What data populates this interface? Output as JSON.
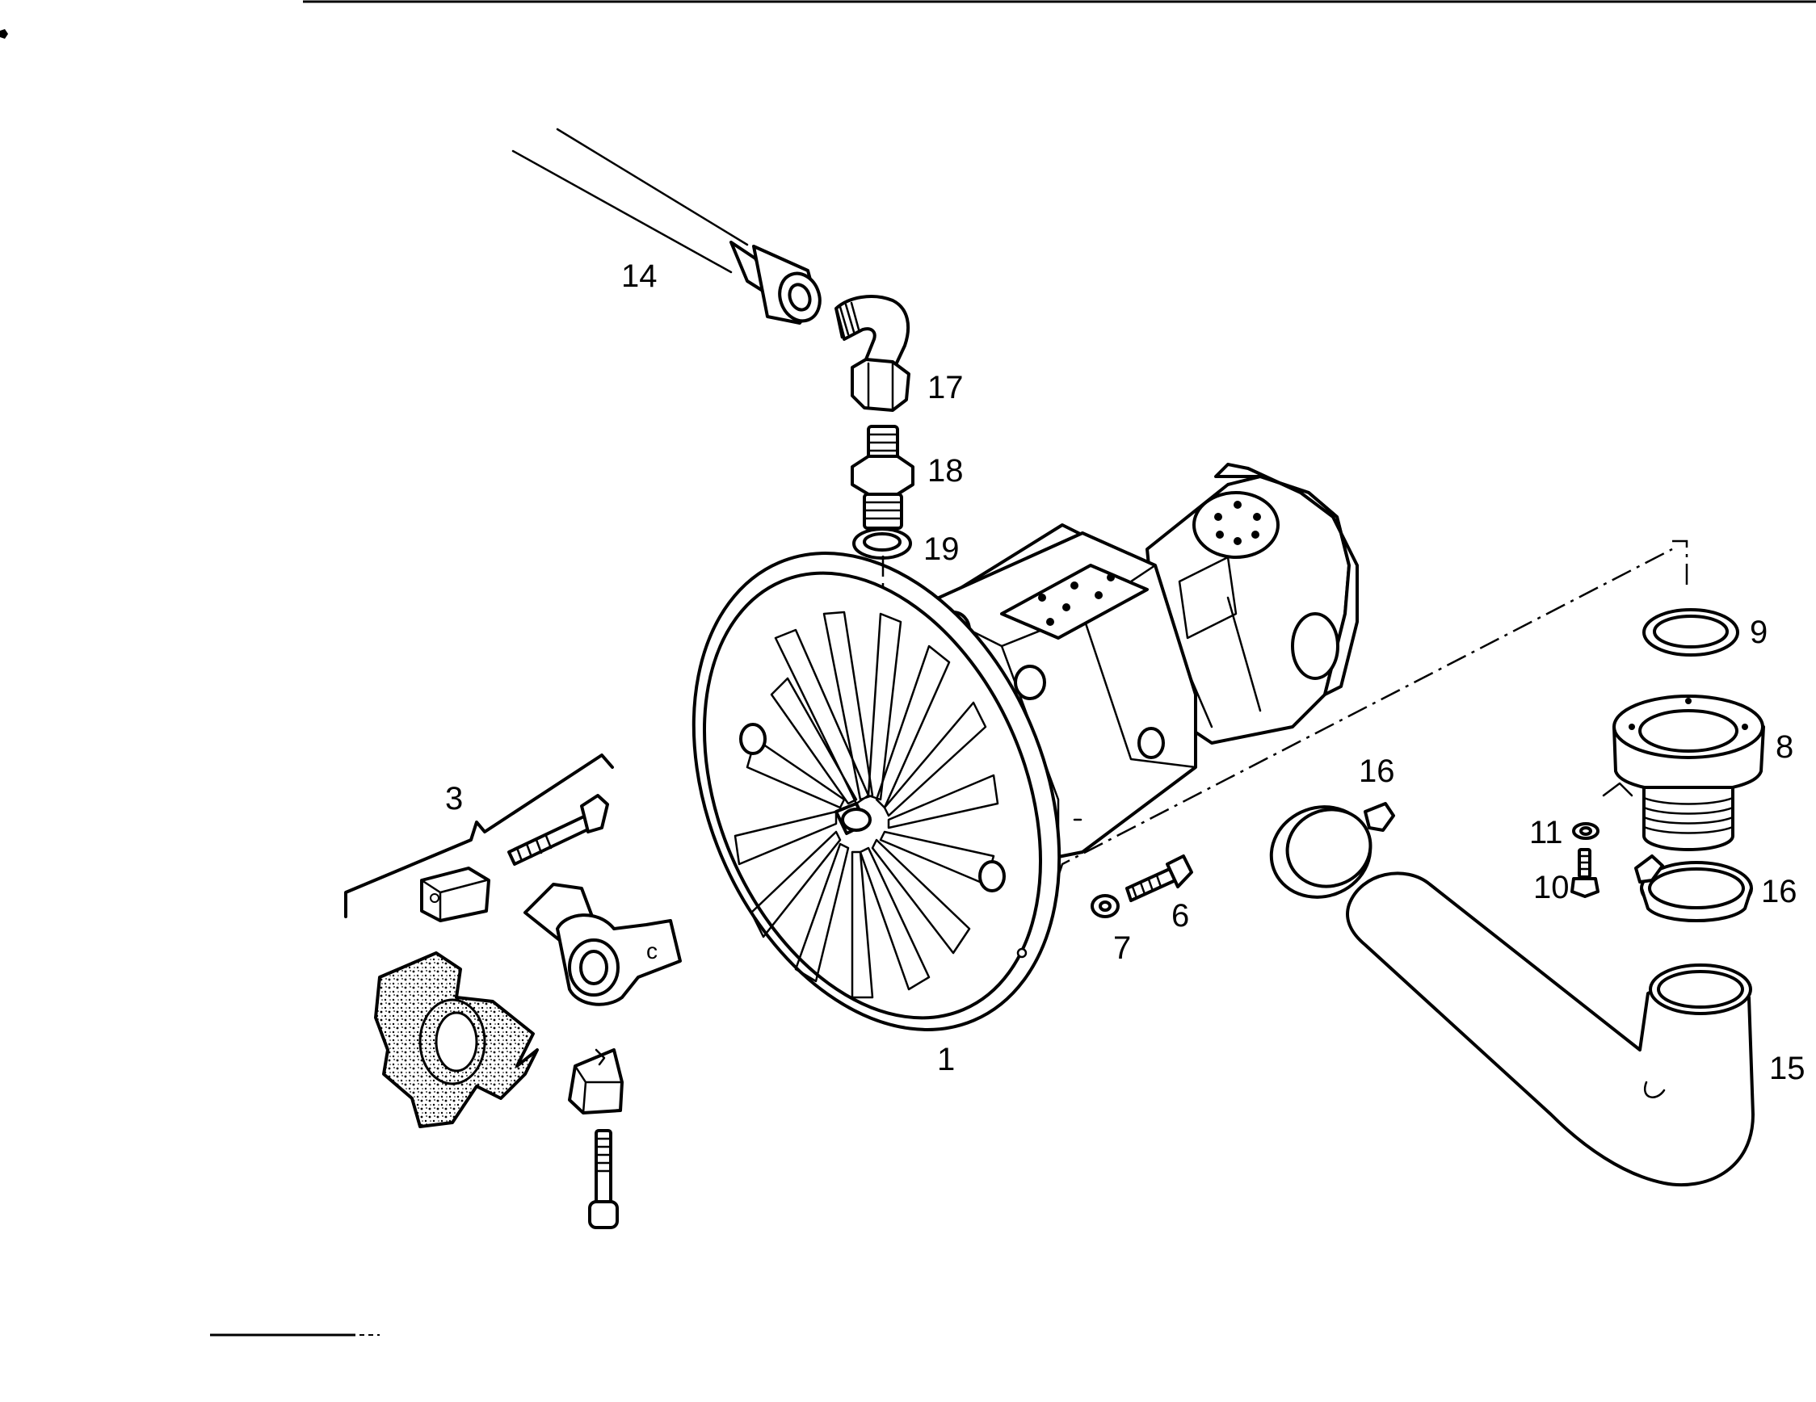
{
  "labels": {
    "part_1": "1",
    "part_3": "3",
    "part_6": "6",
    "part_7": "7",
    "part_8": "8",
    "part_9": "9",
    "part_10": "10",
    "part_11": "11",
    "part_14": "14",
    "part_15": "15",
    "part_16_left": "16",
    "part_16_right": "16",
    "part_17": "17",
    "part_18": "18",
    "part_19": "19",
    "coupling_letter": "c"
  },
  "icons": {
    "pump": "hydraulic-pump-assembly",
    "flange": "mounting-flange",
    "hose": "hose-line",
    "elbow": "elbow-fitting",
    "adapter": "threaded-adapter",
    "seal": "seal-ring",
    "coupling": "elastic-coupling",
    "clamp": "hose-clamp",
    "bend": "suction-pipe-bend"
  },
  "colors": {
    "ink": "#000000",
    "paper": "#ffffff"
  }
}
